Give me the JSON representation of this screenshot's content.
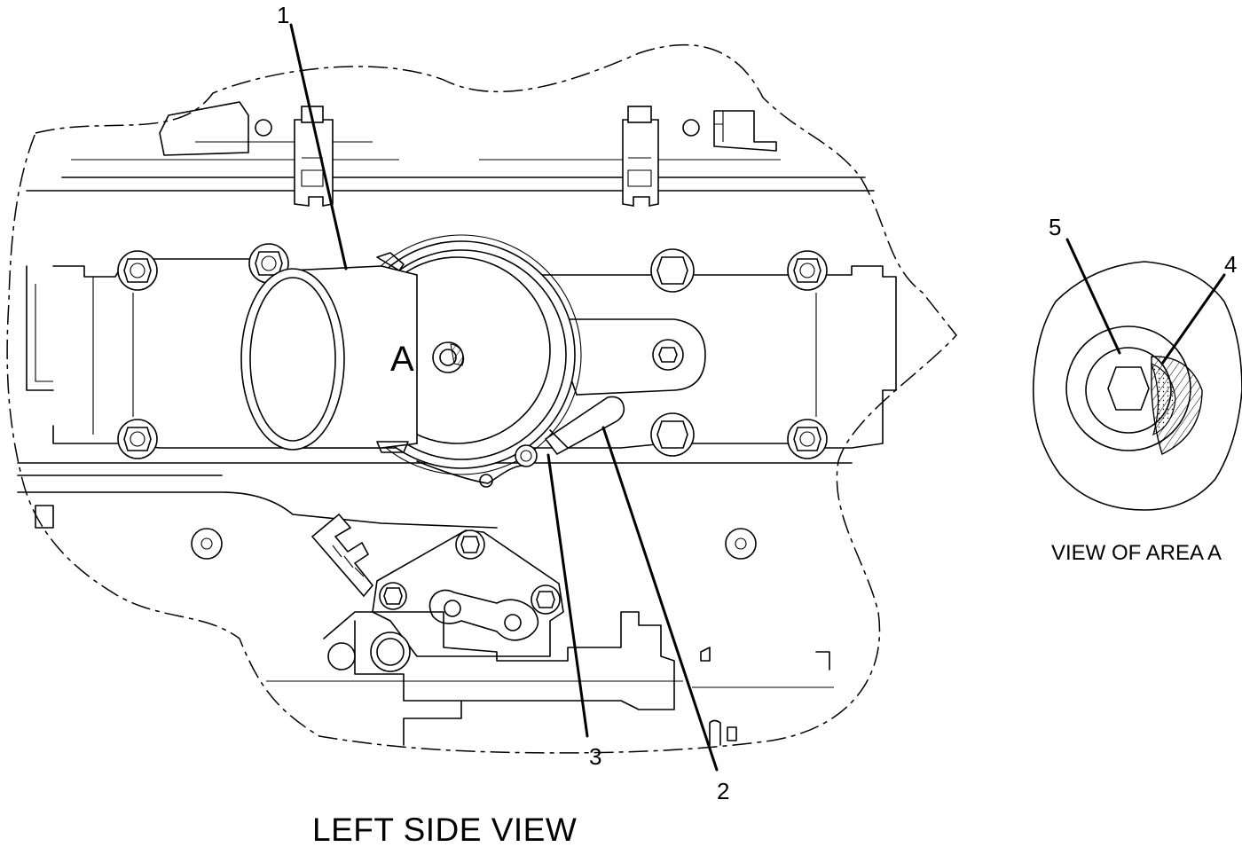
{
  "main_view": {
    "caption": "LEFT SIDE VIEW",
    "area_marker": "A",
    "callouts": [
      {
        "id": "1",
        "label": "1"
      },
      {
        "id": "2",
        "label": "2"
      },
      {
        "id": "3",
        "label": "3"
      }
    ]
  },
  "detail_view": {
    "caption": "VIEW OF AREA A",
    "callouts": [
      {
        "id": "4",
        "label": "4"
      },
      {
        "id": "5",
        "label": "5"
      }
    ]
  },
  "colors": {
    "line": "#000000",
    "background": "#ffffff"
  }
}
